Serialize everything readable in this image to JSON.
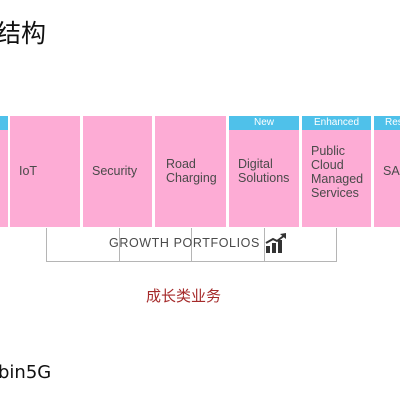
{
  "title": "结构",
  "cards": [
    {
      "label": "",
      "tag": ""
    },
    {
      "label": "IoT",
      "tag": ""
    },
    {
      "label": "Security",
      "tag": ""
    },
    {
      "label": "Road\nCharging",
      "tag": ""
    },
    {
      "label": "Digital\nSolutions",
      "tag": "New"
    },
    {
      "label": "Public\nCloud\nManaged\nServices",
      "tag": "Enhanced"
    },
    {
      "label": "SAR",
      "tag": "Res"
    }
  ],
  "growth_label": "GROWTH PORTFOLIOS",
  "growth_icon": "growth-chart-icon",
  "subtitle": "成长类业务",
  "bottom_text": "bin5G",
  "colors": {
    "card": "#fdacd5",
    "tag": "#4fc1ea",
    "subtitle": "#a52a2a",
    "connector": "#b5b5b5"
  }
}
